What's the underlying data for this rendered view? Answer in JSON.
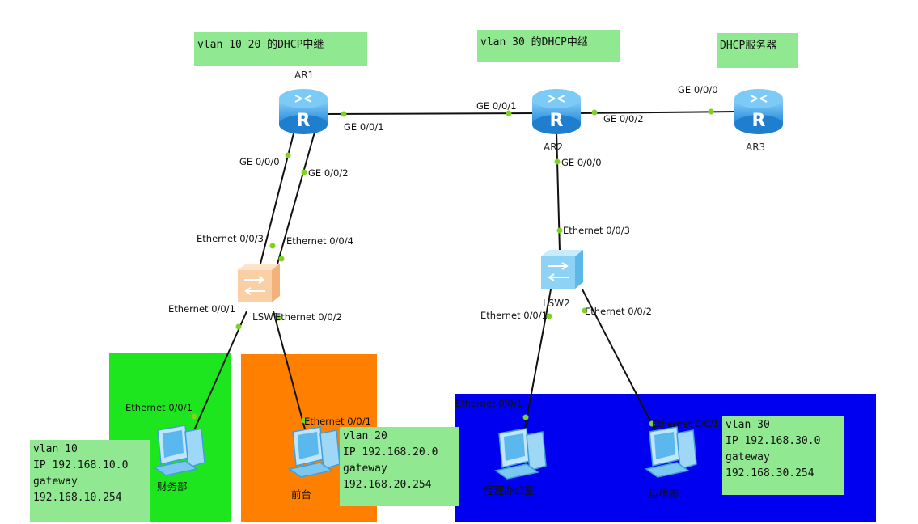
{
  "annotations": {
    "relay_1020": "vlan 10  20 的DHCP中继",
    "relay_30": "vlan 30 的DHCP中继",
    "dhcp_server": "DHCP服务器"
  },
  "devices": {
    "ar1": "AR1",
    "ar2": "AR2",
    "ar3": "AR3",
    "lsw1": "LSW1",
    "lsw2": "LSW2",
    "pc_finance": "财务部",
    "pc_front": "前台",
    "pc_manager": "经理办公室",
    "pc_ops": "运维部"
  },
  "ports": {
    "ar1_g001": "GE 0/0/1",
    "ar2_g001": "GE 0/0/1",
    "ar2_g002": "GE 0/0/2",
    "ar3_g000": "GE 0/0/0",
    "ar1_g000": "GE 0/0/0",
    "ar1_g002": "GE 0/0/2",
    "ar2_g000": "GE 0/0/0",
    "lsw1_e003": "Ethernet 0/0/3",
    "lsw1_e004": "Ethernet 0/0/4",
    "lsw2_e003": "Ethernet 0/0/3",
    "lsw1_e001": "Ethernet 0/0/1",
    "lsw1_e002": "Ethernet 0/0/2",
    "lsw2_e001": "Ethernet 0/0/1",
    "lsw2_e002": "Ethernet 0/0/2",
    "pc_finance_e001": "Ethernet 0/0/1",
    "pc_front_e001": "Ethernet 0/0/1",
    "pc_manager_e001": "Ethernet 0/0/1",
    "pc_ops_e001": "Ethernet 0/0/1"
  },
  "vlans": {
    "v10": "vlan 10\nIP 192.168.10.0\ngateway\n192.168.10.254",
    "v20": "vlan 20\nIP 192.168.20.0\ngateway\n192.168.20.254",
    "v30": "vlan 30\nIP 192.168.30.0\ngateway\n192.168.30.254"
  },
  "colors": {
    "vlan10_zone": "#1ee61e",
    "vlan20_zone": "#ff7f00",
    "vlan30_zone": "#0000f0",
    "note_bg": "#90e890",
    "port_dot": "#7ed321",
    "router_blue": "#3aa3e6"
  }
}
